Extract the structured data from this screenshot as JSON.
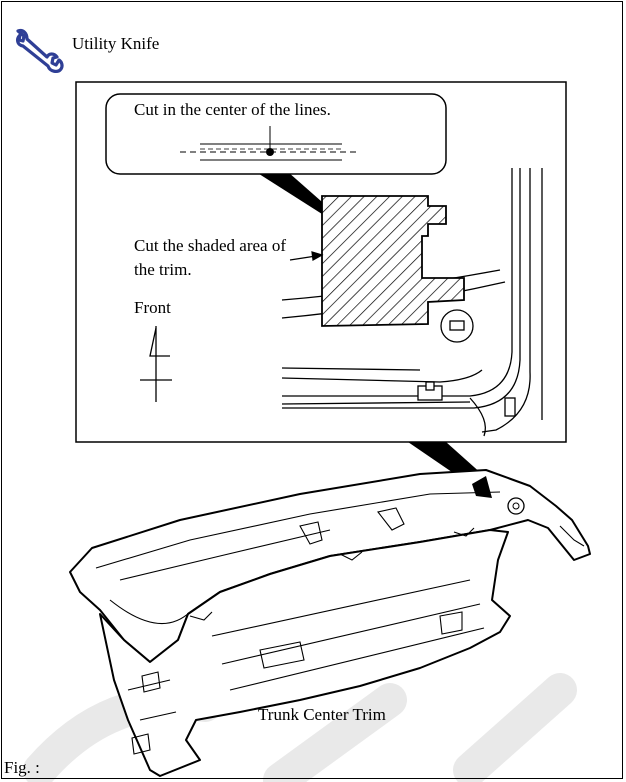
{
  "tool": {
    "label": "Utility Knife",
    "icon": "wrench-icon",
    "icon_color": "#2f3f96"
  },
  "detail": {
    "callout": "Cut in the center of the lines.",
    "shaded_note": "Cut the shaded area of the trim.",
    "front_label": "Front"
  },
  "part": {
    "caption": "Trunk Center Trim"
  },
  "figure": {
    "label": "Fig. :"
  }
}
